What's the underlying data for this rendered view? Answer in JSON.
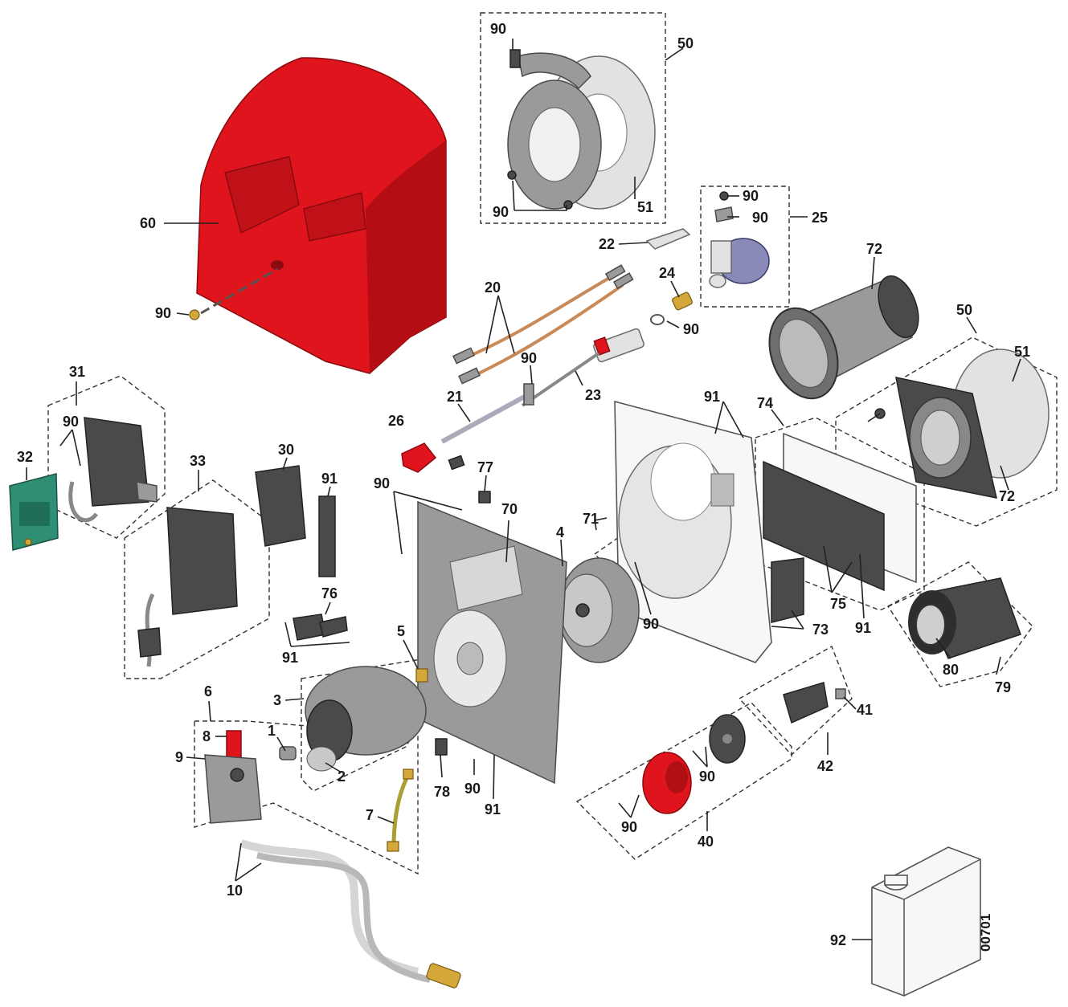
{
  "diagram": {
    "drawing_number": "00701",
    "callouts": {
      "c1": "1",
      "c2": "2",
      "c3": "3",
      "c4": "4",
      "c5": "5",
      "c6": "6",
      "c7": "7",
      "c8": "8",
      "c9": "9",
      "c10": "10",
      "c20": "20",
      "c21": "21",
      "c22": "22",
      "c23": "23",
      "c24": "24",
      "c25": "25",
      "c26": "26",
      "c30": "30",
      "c31": "31",
      "c32": "32",
      "c33": "33",
      "c40": "40",
      "c41": "41",
      "c42": "42",
      "c50": "50",
      "c51": "51",
      "c60": "60",
      "c70": "70",
      "c71": "71",
      "c72": "72",
      "c73": "73",
      "c74": "74",
      "c75": "75",
      "c76": "76",
      "c77": "77",
      "c78": "78",
      "c79": "79",
      "c80": "80",
      "c90": "90",
      "c91": "91",
      "c92": "92"
    },
    "colors": {
      "cover": "#e0141c",
      "control_box": "#2f8f74",
      "metal": "#9a9a9a",
      "dark_metal": "#4a4a4a",
      "fitting": "#d4a73a"
    }
  }
}
